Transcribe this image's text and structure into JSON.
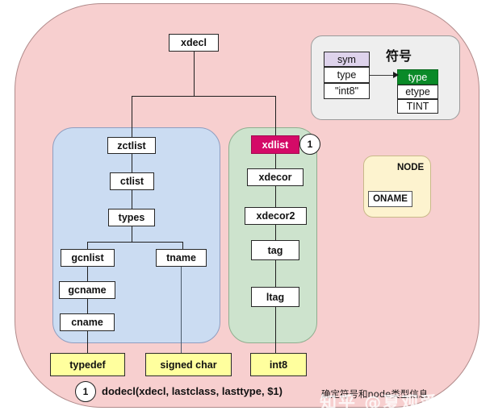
{
  "title_expression": "typedef signed char int8",
  "regions": {
    "outer": {
      "name": "parse-tree-region"
    },
    "declaration_specifiers": {
      "name": "declaration-specifiers-region"
    },
    "declarator": {
      "name": "declarator-region"
    }
  },
  "tree": {
    "root": {
      "label": "xdecl"
    },
    "blue_branch": [
      {
        "label": "zctlist"
      },
      {
        "label": "ctlist"
      },
      {
        "label": "types"
      },
      {
        "label": "gcnlist"
      },
      {
        "label": "gcname"
      },
      {
        "label": "cname"
      },
      {
        "label": "tname"
      }
    ],
    "green_branch": [
      {
        "label": "xdlist"
      },
      {
        "label": "xdecor"
      },
      {
        "label": "xdecor2"
      },
      {
        "label": "tag"
      },
      {
        "label": "ltag"
      }
    ],
    "leaves": [
      {
        "label": "typedef"
      },
      {
        "label": "signed char"
      },
      {
        "label": "int8"
      }
    ]
  },
  "symbol_panel": {
    "heading": "符号",
    "sym_table": {
      "header": "sym",
      "rows": [
        "type",
        "\"int8\""
      ]
    },
    "type_table": {
      "header": "type",
      "rows": [
        "etype",
        "TINT"
      ]
    }
  },
  "node_panel": {
    "title": "NODE",
    "field": "ONAME"
  },
  "markers": {
    "xdlist_marker": "1",
    "caption_marker": "1"
  },
  "caption": {
    "action": "dodecl(xdecl, lastclass, lasttype, $1)",
    "note": "确定符号和node类型信息"
  },
  "watermark": "知乎 @夏观爱田",
  "colors": {
    "outer_region": "#f7cfcf",
    "declaration_region": "#cbdcf2",
    "declarator_region": "#cde3cd",
    "highlight_node": "#d40a67",
    "leaf_node": "#ffff9e",
    "symbol_header": "#ded3ec",
    "type_header": "#0a8a28",
    "node_panel": "#fdf3cf"
  }
}
